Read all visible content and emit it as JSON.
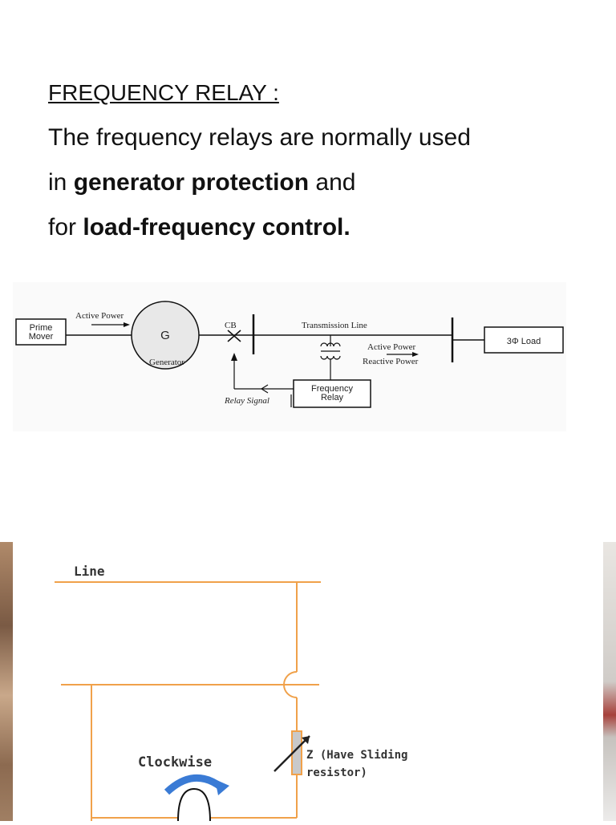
{
  "heading": "FREQUENCY RELAY :",
  "intro": {
    "line1": "The frequency relays are normally used",
    "line2_prefix": "in ",
    "line2_bold": "generator protection",
    "line2_suffix": " and",
    "line3_prefix": "for ",
    "line3_bold": "load-frequency control."
  },
  "diagram1": {
    "prime_mover_line1": "Prime",
    "prime_mover_line2": "Mover",
    "active_power_top": "Active Power",
    "generator_symbol": "G",
    "generator_label": "Generator",
    "cb_label": "CB",
    "transmission_line": "Transmission Line",
    "active_power": "Active Power",
    "reactive_power": "Reactive Power",
    "load_label": "3Φ Load",
    "relay_line1": "Frequency",
    "relay_line2": "Relay",
    "relay_signal": "Relay Signal"
  },
  "diagram2": {
    "line_label": "Line",
    "clockwise_label": "Clockwise",
    "z_label_line1": "Z  (Have Sliding",
    "z_label_line2": "resistor)"
  },
  "colors": {
    "wire_orange": "#f0a14a",
    "arrow_blue": "#3a7bd5",
    "resistor_fill": "#c9c9c9"
  }
}
